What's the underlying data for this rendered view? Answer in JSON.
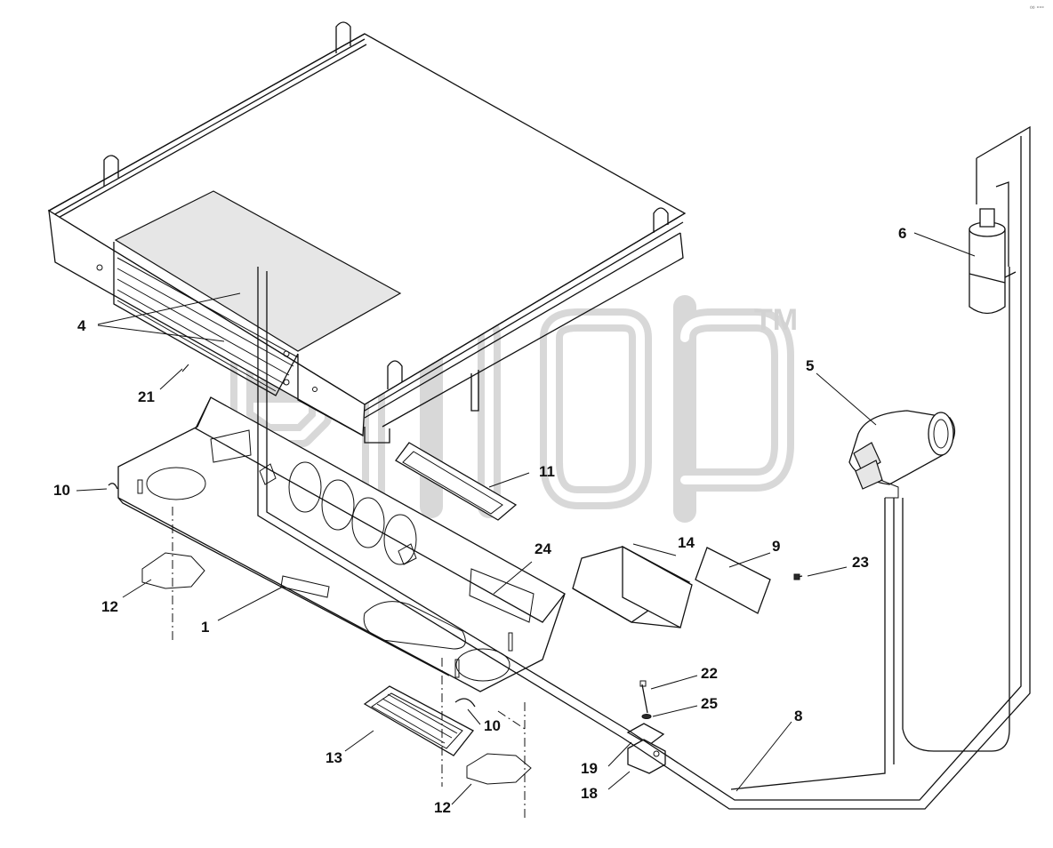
{
  "callouts": {
    "c1": "1",
    "c4": "4",
    "c5": "5",
    "c6": "6",
    "c8": "8",
    "c9": "9",
    "c10a": "10",
    "c10b": "10",
    "c11": "11",
    "c12a": "12",
    "c12b": "12",
    "c13": "13",
    "c14": "14",
    "c18": "18",
    "c19": "19",
    "c21": "21",
    "c22": "22",
    "c23": "23",
    "c24": "24",
    "c25": "25"
  },
  "watermark": {
    "trademark": "TM"
  },
  "corner_mark": "⁰⁰ °°°"
}
